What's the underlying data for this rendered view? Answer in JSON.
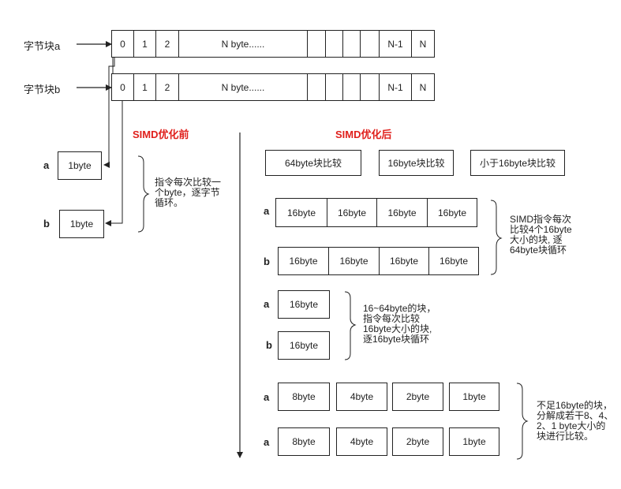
{
  "rows": {
    "a_label": "字节块a",
    "b_label": "字节块b",
    "cells": [
      "0",
      "1",
      "2",
      "N byte......",
      "",
      "",
      "",
      "",
      "N-1",
      "N"
    ]
  },
  "left": {
    "title": "SIMD优化前",
    "a": "a",
    "b": "b",
    "box_a": "1byte",
    "box_b": "1byte",
    "note": "指令每次比较一\n个byte，逐字节\n循环。"
  },
  "right": {
    "title": "SIMD优化后",
    "headers": [
      "64byte块比较",
      "16byte块比较",
      "小于16byte块比较"
    ],
    "g1": {
      "a": "a",
      "b": "b",
      "cells": [
        "16byte",
        "16byte",
        "16byte",
        "16byte"
      ],
      "note": "SIMD指令每次\n比较4个16byte\n大小的块, 逐\n64byte块循环"
    },
    "g2": {
      "a": "a",
      "b": "b",
      "cell": "16byte",
      "note": "16~64byte的块，\n指令每次比较\n16byte大小的块,\n逐16byte块循环"
    },
    "g3": {
      "a1": "a",
      "a2": "a",
      "cells": [
        "8byte",
        "4byte",
        "2byte",
        "1byte"
      ],
      "note": "不足16byte的块，\n分解成若干8、4、\n2、1 byte大小的\n块进行比较。"
    }
  }
}
